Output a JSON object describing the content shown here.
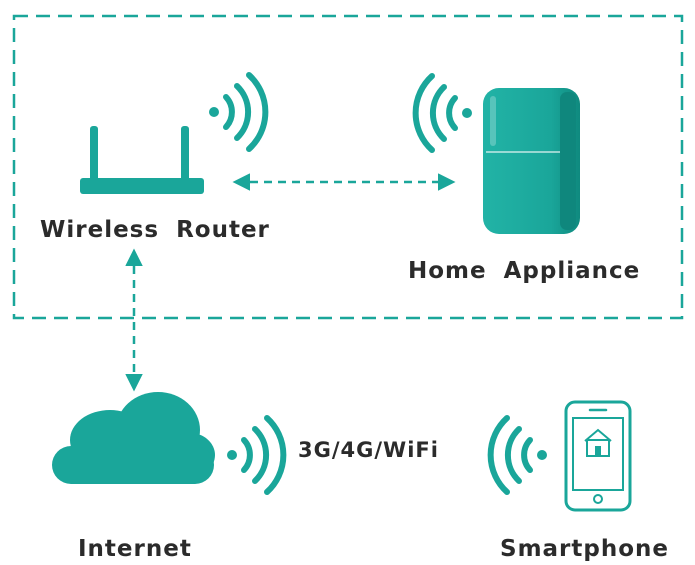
{
  "labels": {
    "wireless_router": "Wireless Router",
    "home_appliance": "Home Appliance",
    "internet": "Internet",
    "smartphone": "Smartphone",
    "connection": "3G/4G/WiFi"
  },
  "colors": {
    "accent": "#1aa69a",
    "accent_dark": "#11897e",
    "text": "#2b2b2b"
  },
  "icons": {
    "router": "wireless-router-icon",
    "appliance": "refrigerator-icon",
    "cloud": "cloud-icon",
    "phone": "smartphone-icon",
    "home_app": "home-app-icon",
    "wifi_signal": "wifi-signal-icon"
  }
}
